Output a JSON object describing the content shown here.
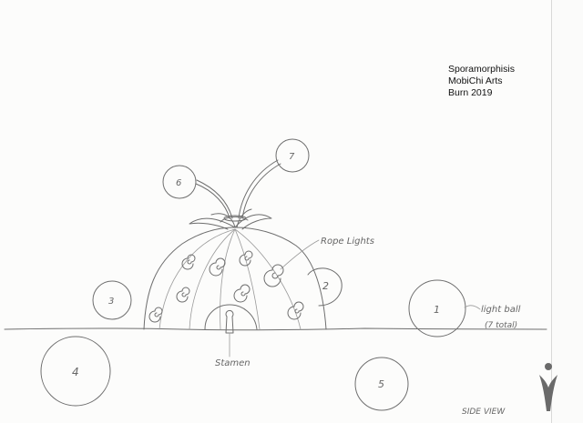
{
  "title_block": {
    "line1": "Sporamorphisis",
    "line2": "MobiChi Arts",
    "line3": "Burn 2019"
  },
  "sketch_labels": {
    "rope_lights": "Rope Lights",
    "stamen": "Stamen",
    "light_ball": "light ball",
    "light_ball_total": "(7 total)",
    "side_view": "SIDE VIEW"
  },
  "light_balls": [
    {
      "number": "1"
    },
    {
      "number": "2"
    },
    {
      "number": "3"
    },
    {
      "number": "4"
    },
    {
      "number": "5"
    },
    {
      "number": "6"
    },
    {
      "number": "7"
    }
  ],
  "logo": {
    "icon": "human-figure-logo-icon"
  }
}
